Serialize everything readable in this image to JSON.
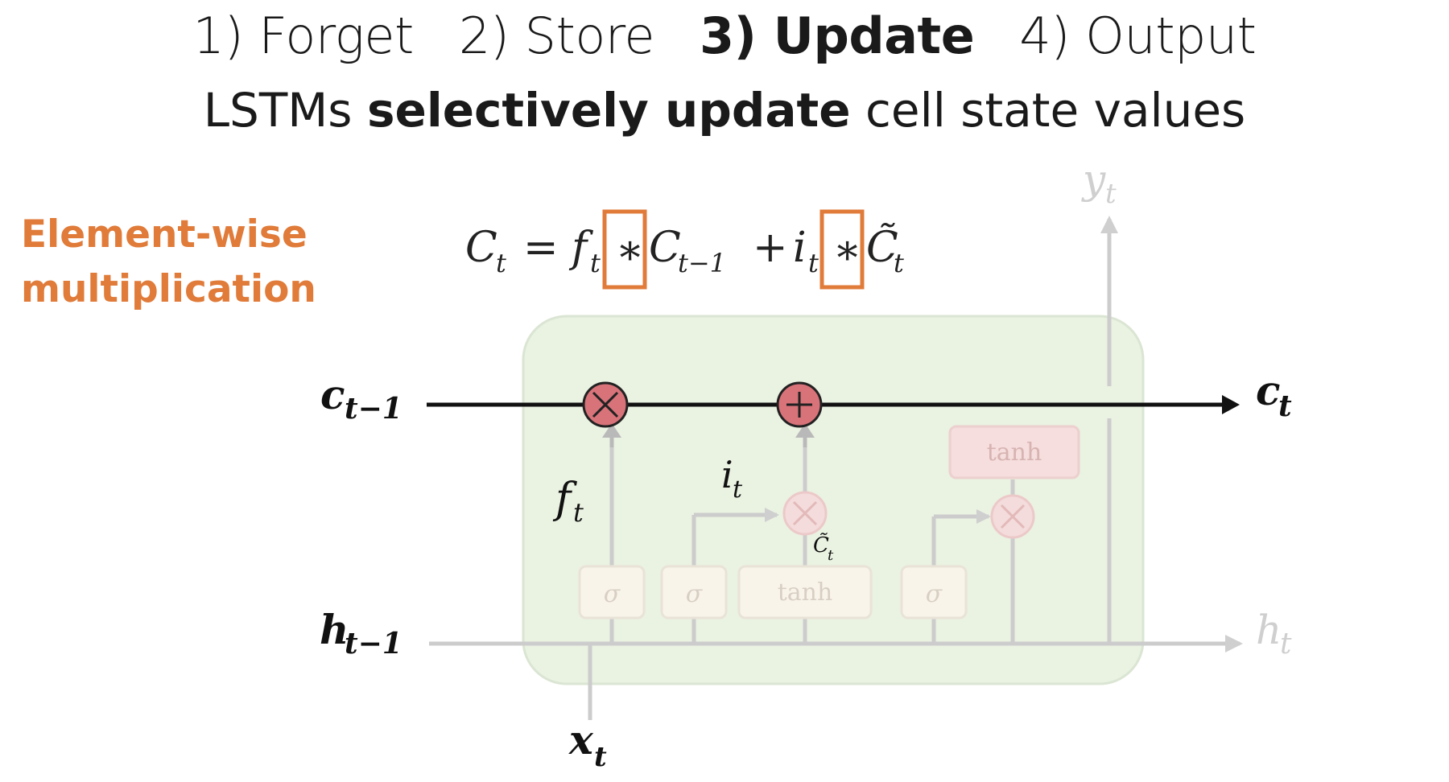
{
  "header": {
    "steps": [
      {
        "label": "1) Forget",
        "active": false
      },
      {
        "label": "2) Store",
        "active": false
      },
      {
        "label": "3) Update",
        "active": true
      },
      {
        "label": "4) Output",
        "active": false
      }
    ],
    "subtitle_pre": "LSTMs ",
    "subtitle_bold": "selectively update",
    "subtitle_post": " cell state values"
  },
  "callout": {
    "line1": "Element-wise",
    "line2": "multiplication",
    "color": "#e07b39"
  },
  "equation": {
    "lhs": "C",
    "lhs_sub": "t",
    "equals": "=",
    "f": "f",
    "f_sub": "t",
    "mult1": "∗",
    "c_prev": "C",
    "c_prev_sub": "t−1",
    "plus": "+",
    "i": "i",
    "i_sub": "t",
    "mult2": "∗",
    "c_tilde": "C̃",
    "c_tilde_sub": "t"
  },
  "diagram": {
    "cell_state_in": "c",
    "cell_state_in_sub": "t−1",
    "cell_state_out": "c",
    "cell_state_out_sub": "t",
    "hidden_in": "h",
    "hidden_in_sub": "t−1",
    "hidden_out": "h",
    "hidden_out_sub": "t",
    "input": "x",
    "input_sub": "t",
    "output": "y",
    "output_sub": "t",
    "forget_gate_label": "f",
    "forget_gate_sub": "t",
    "input_gate_label": "i",
    "input_gate_sub": "t",
    "candidate_label": "C̃",
    "candidate_sub": "t",
    "sigma": "σ",
    "tanh": "tanh",
    "cell_color": "#e9f2e1",
    "op_color": "#d9737a"
  }
}
